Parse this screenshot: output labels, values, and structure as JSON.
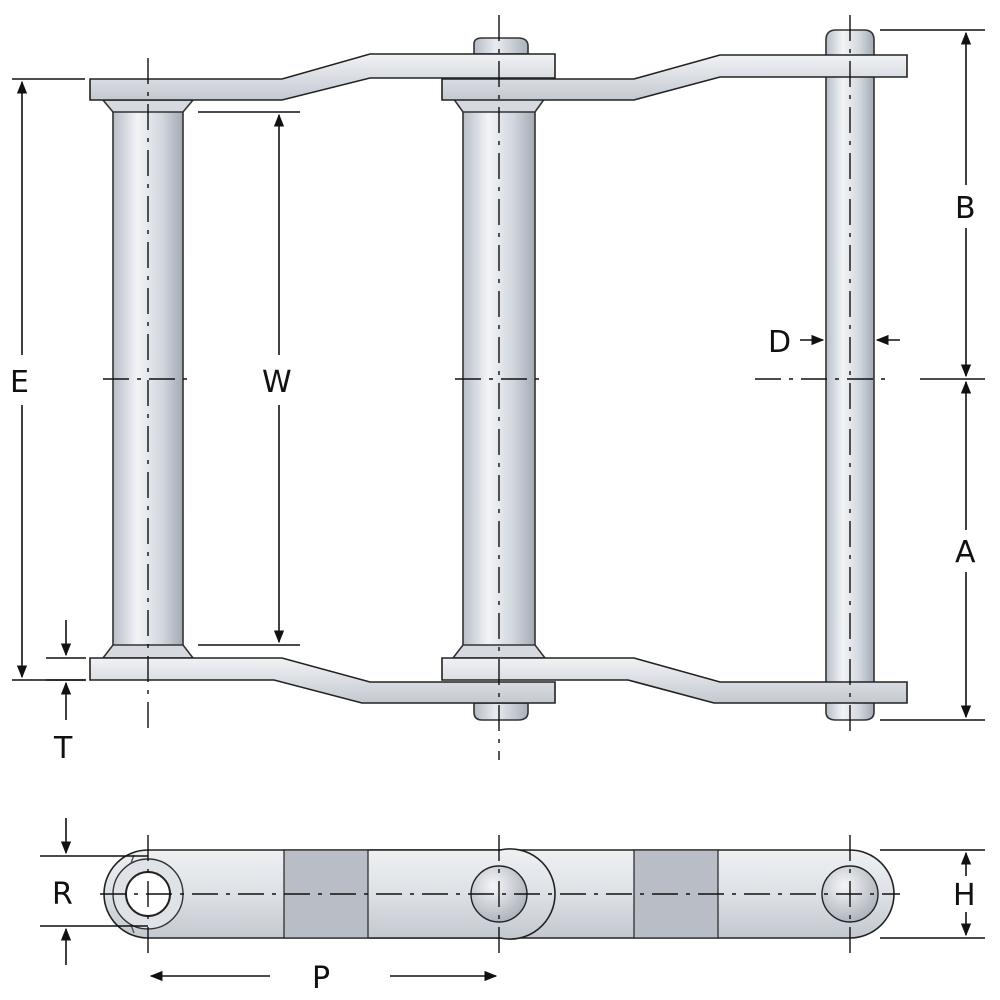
{
  "diagram": {
    "labels": {
      "E": "E",
      "W": "W",
      "T": "T",
      "B": "B",
      "A": "A",
      "D": "D",
      "R": "R",
      "H": "H",
      "P": "P"
    },
    "colors": {
      "steel_light": "#e6e9ee",
      "steel_mid": "#c9ced6",
      "steel_dark": "#9aa2ad",
      "outline": "#222222",
      "ink": "#111111"
    }
  }
}
